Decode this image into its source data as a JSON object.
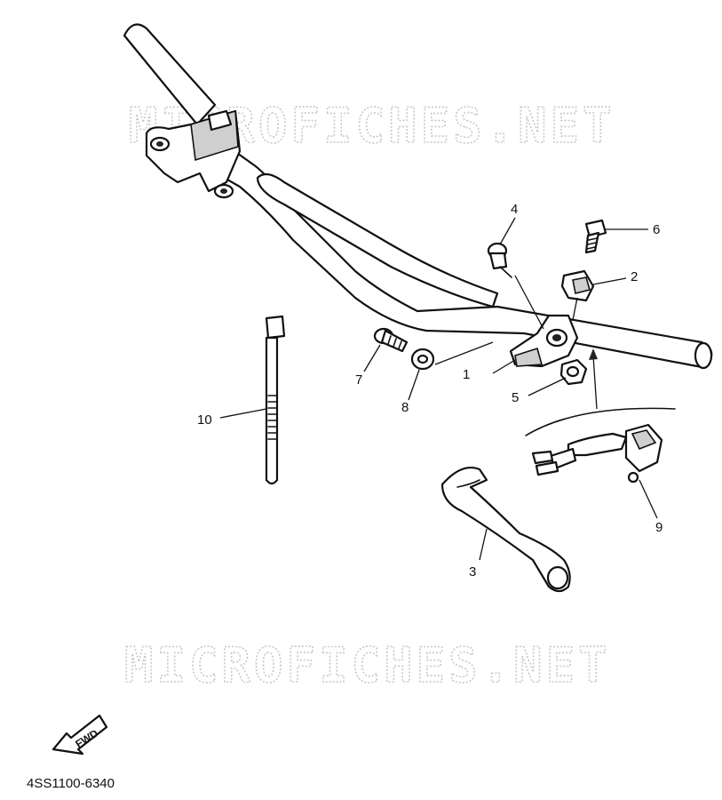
{
  "watermarks": [
    "MICROFICHES.NET",
    "MICROFICHES.NET"
  ],
  "callouts": {
    "c1": "1",
    "c2": "2",
    "c3": "3",
    "c4": "4",
    "c5": "5",
    "c6": "6",
    "c7": "7",
    "c8": "8",
    "c9": "9",
    "c10": "10"
  },
  "fwd_label": "FWD",
  "diagram_code": "4SS1100-6340"
}
